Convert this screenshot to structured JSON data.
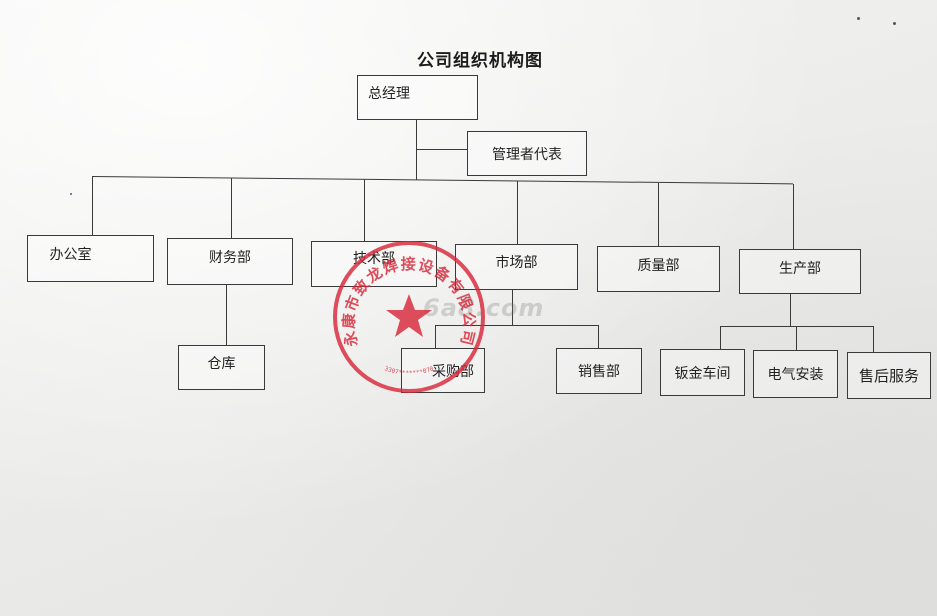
{
  "title": "公司组织机构图",
  "nodes": {
    "general_manager": "总经理",
    "management_rep": "管理者代表",
    "office": "办公室",
    "finance": "财务部",
    "technology": "技术部",
    "market": "市场部",
    "quality": "质量部",
    "production": "生产部",
    "warehouse": "仓库",
    "purchasing": "采购部",
    "sales": "销售部",
    "sheet_metal": "钣金车间",
    "electrical": "电气安装",
    "after_sales": "售后服务"
  },
  "stamp": {
    "text": "永康市致龙焊接设备有限公司",
    "number": "3307*******070",
    "color": "#d8283a"
  },
  "watermark": "6a8.com"
}
